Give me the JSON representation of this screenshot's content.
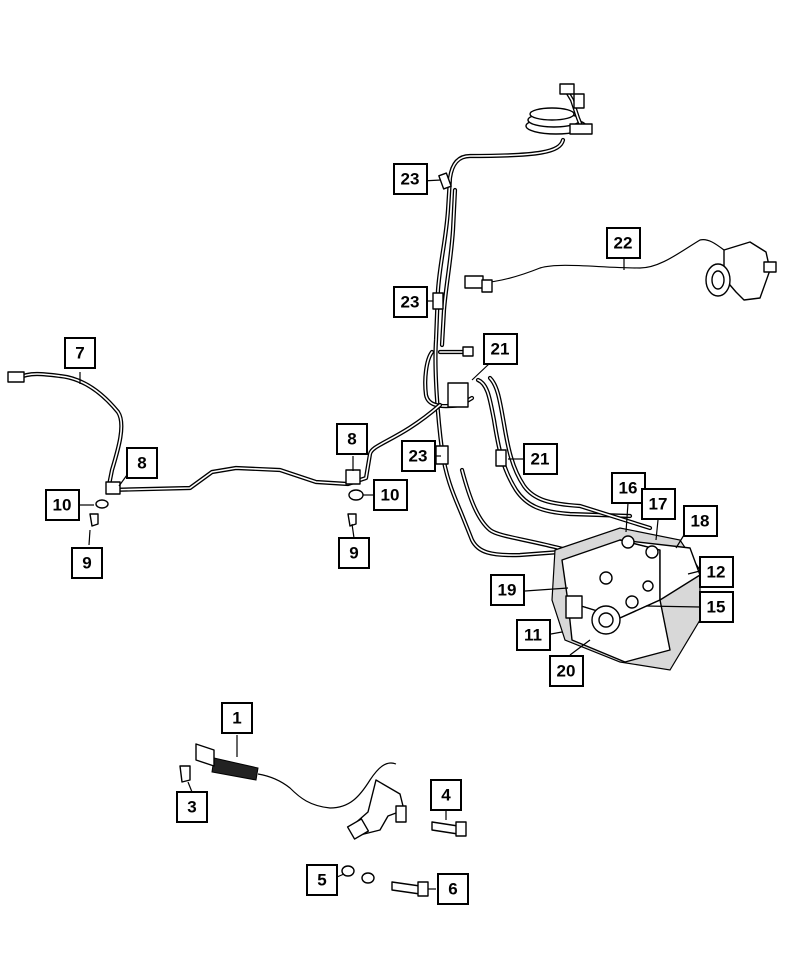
{
  "callouts": [
    {
      "id": "c1",
      "label": "1"
    },
    {
      "id": "c3",
      "label": "3"
    },
    {
      "id": "c4",
      "label": "4"
    },
    {
      "id": "c5",
      "label": "5"
    },
    {
      "id": "c6",
      "label": "6"
    },
    {
      "id": "c7",
      "label": "7"
    },
    {
      "id": "c8a",
      "label": "8"
    },
    {
      "id": "c8b",
      "label": "8"
    },
    {
      "id": "c9a",
      "label": "9"
    },
    {
      "id": "c9b",
      "label": "9"
    },
    {
      "id": "c10a",
      "label": "10"
    },
    {
      "id": "c10b",
      "label": "10"
    },
    {
      "id": "c11",
      "label": "11"
    },
    {
      "id": "c12",
      "label": "12"
    },
    {
      "id": "c15",
      "label": "15"
    },
    {
      "id": "c16",
      "label": "16"
    },
    {
      "id": "c17",
      "label": "17"
    },
    {
      "id": "c18",
      "label": "18"
    },
    {
      "id": "c19",
      "label": "19"
    },
    {
      "id": "c20",
      "label": "20"
    },
    {
      "id": "c21a",
      "label": "21"
    },
    {
      "id": "c21b",
      "label": "21"
    },
    {
      "id": "c22",
      "label": "22"
    },
    {
      "id": "c23a",
      "label": "23"
    },
    {
      "id": "c23b",
      "label": "23"
    },
    {
      "id": "c23c",
      "label": "23"
    }
  ]
}
